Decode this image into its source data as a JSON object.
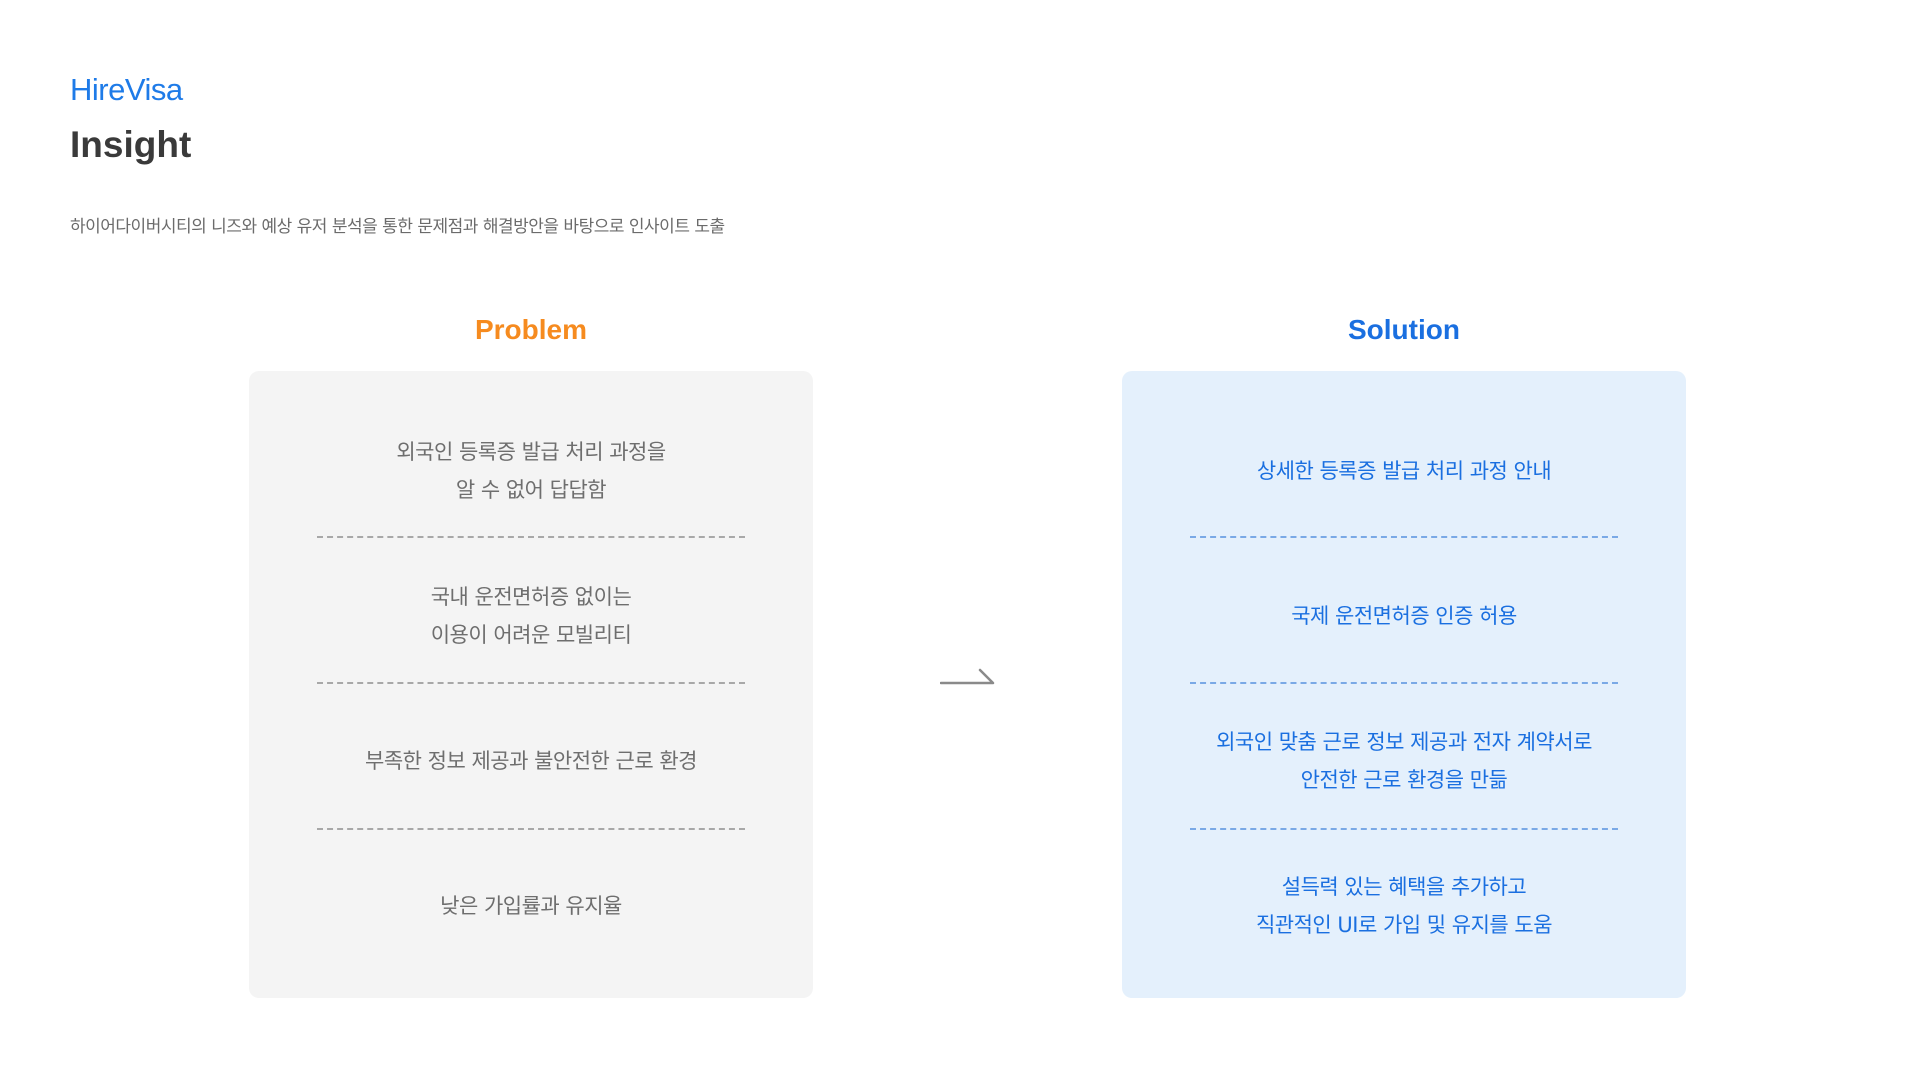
{
  "header": {
    "logo": "HireVisa",
    "title": "Insight",
    "subtitle": "하이어다이버시티의 니즈와 예상 유저 분석을 통한 문제점과 해결방안을 바탕으로 인사이트 도출"
  },
  "problem": {
    "heading": "Problem",
    "items": [
      {
        "line1": "외국인 등록증 발급 처리 과정을",
        "line2": "알 수 없어 답답함"
      },
      {
        "line1": "국내 운전면허증 없이는",
        "line2": "이용이 어려운 모빌리티"
      },
      {
        "line1": "부족한 정보 제공과 불안전한 근로 환경",
        "line2": ""
      },
      {
        "line1": "낮은 가입률과 유지율",
        "line2": ""
      }
    ]
  },
  "solution": {
    "heading": "Solution",
    "items": [
      {
        "line1": "상세한 등록증 발급 처리 과정 안내",
        "line2": ""
      },
      {
        "line1": "국제 운전면허증 인증 허용",
        "line2": ""
      },
      {
        "line1": "외국인 맞춤 근로 정보 제공과 전자 계약서로",
        "line2": "안전한 근로 환경을 만듦"
      },
      {
        "line1": "설득력 있는 혜택을 추가하고",
        "line2": "직관적인 UI로 가입 및 유지를 도움"
      }
    ]
  },
  "colors": {
    "logo": "#1e7be8",
    "problem_accent": "#f68b1f",
    "solution_accent": "#1a6fe0",
    "problem_card_bg": "#f4f4f4",
    "solution_card_bg": "#e4f0fc"
  },
  "icons": {
    "arrow": "right-arrow-icon"
  }
}
